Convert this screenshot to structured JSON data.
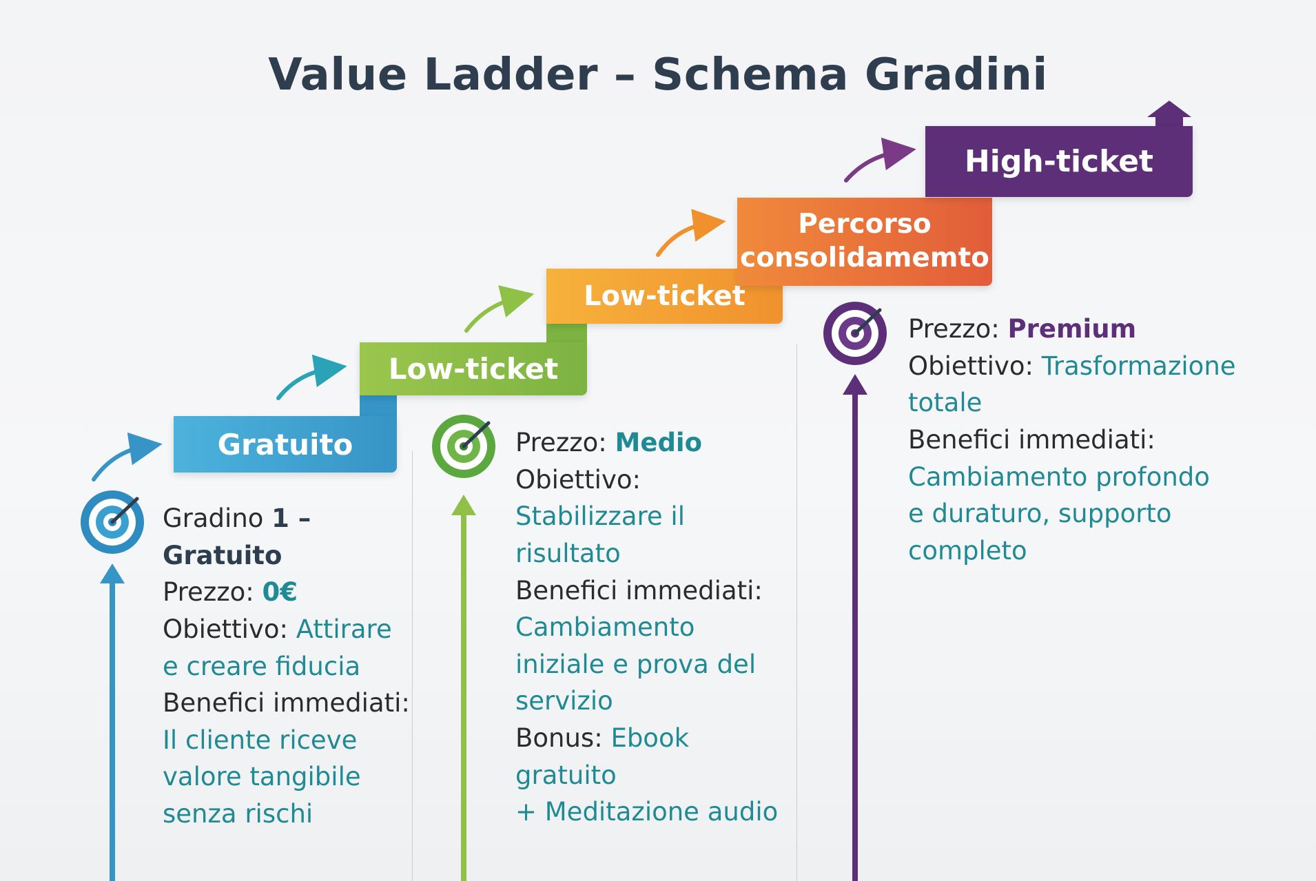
{
  "title": "Value Ladder – Schema Gradini",
  "steps": [
    {
      "label": "Gratuito",
      "color": "#3794c6"
    },
    {
      "label": "Low-ticket",
      "color": "#7cb342"
    },
    {
      "label": "Low-ticket",
      "color": "#f0912e"
    },
    {
      "label_line1": "Percorso",
      "label_line2": "consolidamemto",
      "color": "#e25d3a"
    },
    {
      "label": "High-ticket",
      "color": "#5c2f78"
    }
  ],
  "col1": {
    "heading_a": "Gradino ",
    "heading_b": "1 –",
    "heading_c": "Gratuito",
    "price_label": "Prezzo: ",
    "price_value": "0€",
    "goal_label": "Obiettivo: ",
    "goal_line1": "Attirare",
    "goal_line2": "e creare fiducia",
    "benefits_label": "Benefici immediati:",
    "benefits_line1": "Il cliente riceve",
    "benefits_line2": "valore tangibile",
    "benefits_line3": "senza rischi"
  },
  "col2": {
    "price_label": "Prezzo: ",
    "price_value": "Medio",
    "goal_label": "Obiettivo:",
    "goal_line1": "Stabilizzare il",
    "goal_line2": "risultato",
    "benefits_label": "Benefici immediati:",
    "benefits_line1": "Cambiamento",
    "benefits_line2": "iniziale e prova del",
    "benefits_line3": "servizio",
    "bonus_label": "Bonus: ",
    "bonus_line1": "Ebook gratuito",
    "bonus_line2": "+ Meditazione audio"
  },
  "col3": {
    "price_label": "Prezzo: ",
    "price_value": "Premium",
    "goal_label": "Obiettivo: ",
    "goal_line1": "Trasformazione",
    "goal_line2": "totale",
    "benefits_label": "Benefici immediati:",
    "benefits_line1": "Cambiamento profondo",
    "benefits_line2": "e duraturo, supporto",
    "benefits_line3": "completo"
  },
  "icons": [
    "target-icon-blue",
    "target-icon-green",
    "target-icon-purple",
    "curved-arrow-icon",
    "up-arrow-icon"
  ]
}
